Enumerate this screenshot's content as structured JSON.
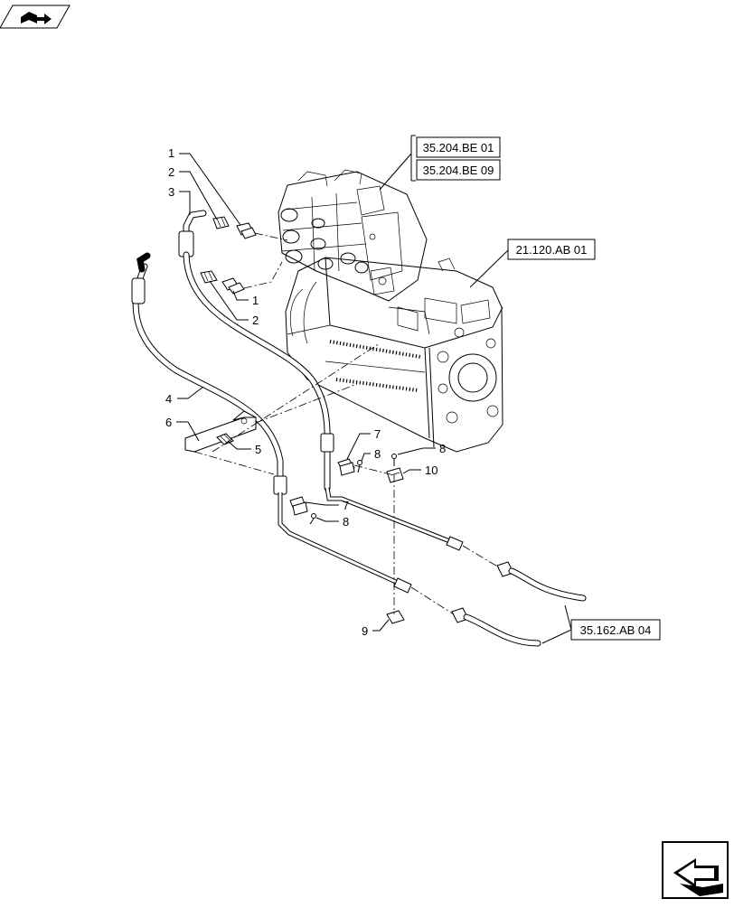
{
  "references": {
    "valve_top": "35.204.BE 01",
    "valve_bottom": "35.204.BE 09",
    "transmission": "21.120.AB 01",
    "lines": "35.162.AB 04"
  },
  "callouts": {
    "c1a": "1",
    "c2a": "2",
    "c3": "3",
    "c1b": "1",
    "c2b": "2",
    "c4": "4",
    "c6": "6",
    "c5": "5",
    "c7a": "7",
    "c8a": "8",
    "c8b": "8",
    "c10": "10",
    "c7b": "7",
    "c8c": "8",
    "c9": "9"
  },
  "icons": {
    "top": "book-arrow-icon",
    "bottom": "next-page-arrow-icon"
  }
}
